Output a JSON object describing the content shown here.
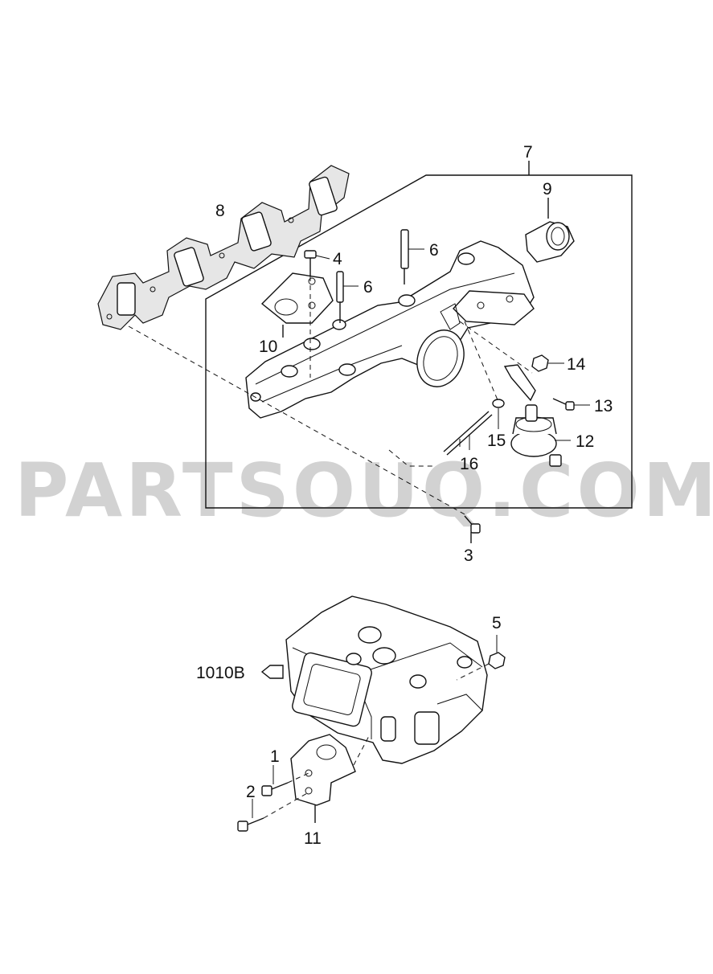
{
  "watermark": "PARTSOUQ.COM",
  "callouts": {
    "c1": "1",
    "c2": "2",
    "c3": "3",
    "c4": "4",
    "c5": "5",
    "c6a": "6",
    "c6b": "6",
    "c7": "7",
    "c8": "8",
    "c9": "9",
    "c10": "10",
    "c11": "11",
    "c12": "12",
    "c13": "13",
    "c14": "14",
    "c15": "15",
    "c16": "16",
    "ref": "1010B"
  },
  "colors": {
    "line": "#111111",
    "watermark": "#d2d2d2",
    "background": "#ffffff"
  }
}
